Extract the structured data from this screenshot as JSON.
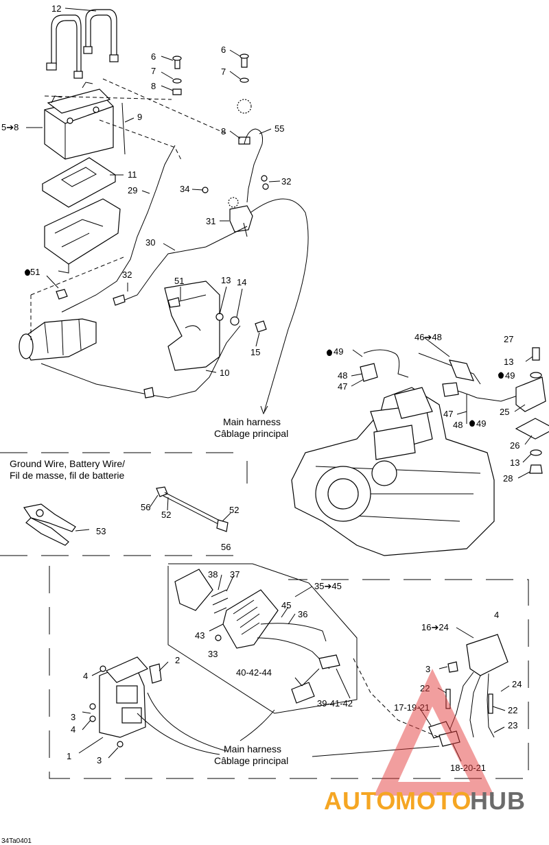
{
  "section_battery": {
    "callouts": [
      "12",
      "6",
      "7",
      "8",
      "6",
      "7",
      "8",
      "55",
      "5➔8",
      "9",
      "11",
      "34",
      "32",
      "29",
      "31",
      "30",
      "51",
      "32",
      "51",
      "13",
      "14",
      "15",
      "10"
    ],
    "main_harness_en": "Main harness",
    "main_harness_fr": "Câblage principal"
  },
  "section_engine": {
    "callouts": [
      "49",
      "46➔48",
      "27",
      "13",
      "48",
      "47",
      "49",
      "47",
      "48",
      "49",
      "25",
      "26",
      "13",
      "28"
    ]
  },
  "section_ground_wire": {
    "title_en": "Ground Wire, Battery Wire/",
    "title_fr": "Fil de masse, fil de batterie",
    "callouts": [
      "53",
      "56",
      "52",
      "52",
      "56"
    ]
  },
  "section_ecm": {
    "callouts": [
      "38",
      "37",
      "35➔45",
      "45",
      "36",
      "43",
      "33",
      "4",
      "16➔24",
      "2",
      "4",
      "40-42-44",
      "3",
      "22",
      "24",
      "3",
      "39-41-42",
      "17-19-21",
      "22",
      "4",
      "23",
      "1",
      "3",
      "18-20-21"
    ],
    "main_harness_en": "Main harness",
    "main_harness_fr": "Câblage principal"
  },
  "watermark": {
    "auto": "AUTO",
    "moto": "MOTO",
    "hub": "HUB",
    "colors": {
      "orange": "#f5a623",
      "gray": "#6b6b6b",
      "red": "#e23b3b"
    }
  },
  "figure_ref": "34Ta0401"
}
